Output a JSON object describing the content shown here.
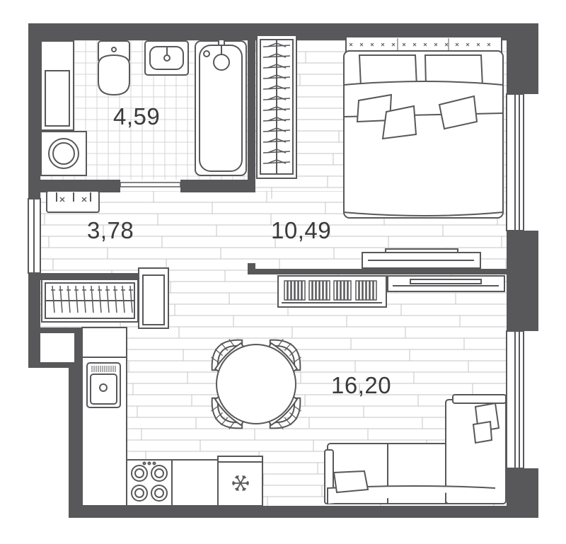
{
  "rooms": {
    "bathroom": {
      "area": "4,59"
    },
    "hallway": {
      "area": "3,78"
    },
    "bedroom": {
      "area": "10,49"
    },
    "living_kitchen": {
      "area": "16,20"
    }
  },
  "colors": {
    "wall": "#58585a",
    "line": "#58585a",
    "floor_line": "#bdbdbd",
    "tile_line": "#d2d2d2",
    "text": "#3a3a3a",
    "background": "#ffffff"
  },
  "icons": [
    "snowflake-icon"
  ]
}
